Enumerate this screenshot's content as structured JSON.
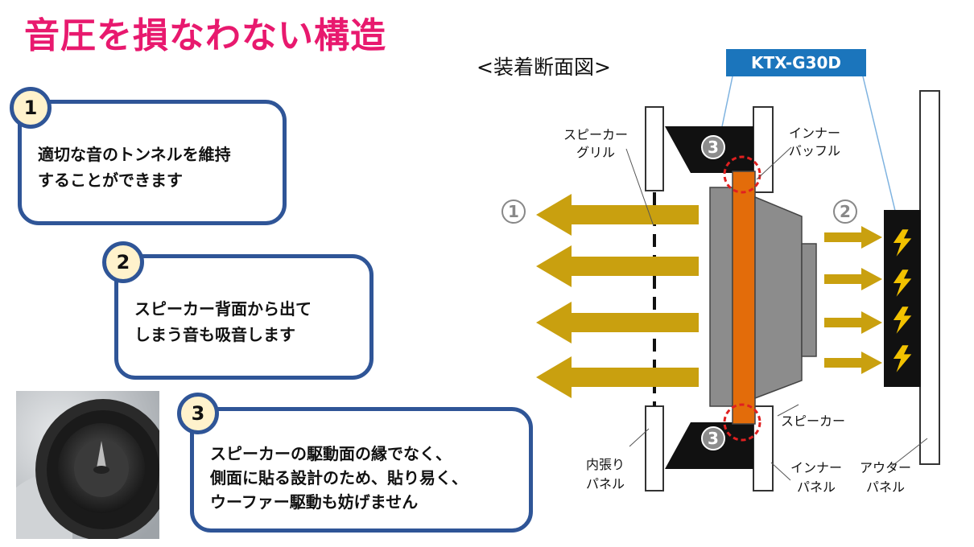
{
  "title": "音圧を損なわない構造",
  "diagram_title": "<装着断面図>",
  "callouts": [
    {
      "num": "1",
      "lines": [
        "適切な音のトンネルを維持",
        "することができます"
      ]
    },
    {
      "num": "2",
      "lines": [
        "スピーカー背面から出て",
        "しまう音も吸音します"
      ]
    },
    {
      "num": "3",
      "lines": [
        "スピーカーの駆動面の縁でなく、",
        "側面に貼る設計のため、貼り易く、",
        "ウーファー駆動も妨げません"
      ]
    }
  ],
  "diagram": {
    "product": "KTX-G30D",
    "labels": {
      "grille": [
        "スピーカー",
        "グリル"
      ],
      "inner_baffle": [
        "インナー",
        "バッフル"
      ],
      "speaker": "スピーカー",
      "inner_trim": [
        "内張り",
        "パネル"
      ],
      "inner_panel": [
        "インナー",
        "パネル"
      ],
      "outer_panel": [
        "アウター",
        "パネル"
      ]
    },
    "markers": {
      "front": "1",
      "rear": "2",
      "baffle": "3"
    }
  },
  "colors": {
    "title": "#e8196e",
    "callout_border": "#2f5597",
    "badge_fill": "#fff2cc",
    "arrow": "#c9a00f",
    "diaphragm": "#e36c0a",
    "label_blue": "#1b75bc",
    "bolt": "#f2c200"
  }
}
